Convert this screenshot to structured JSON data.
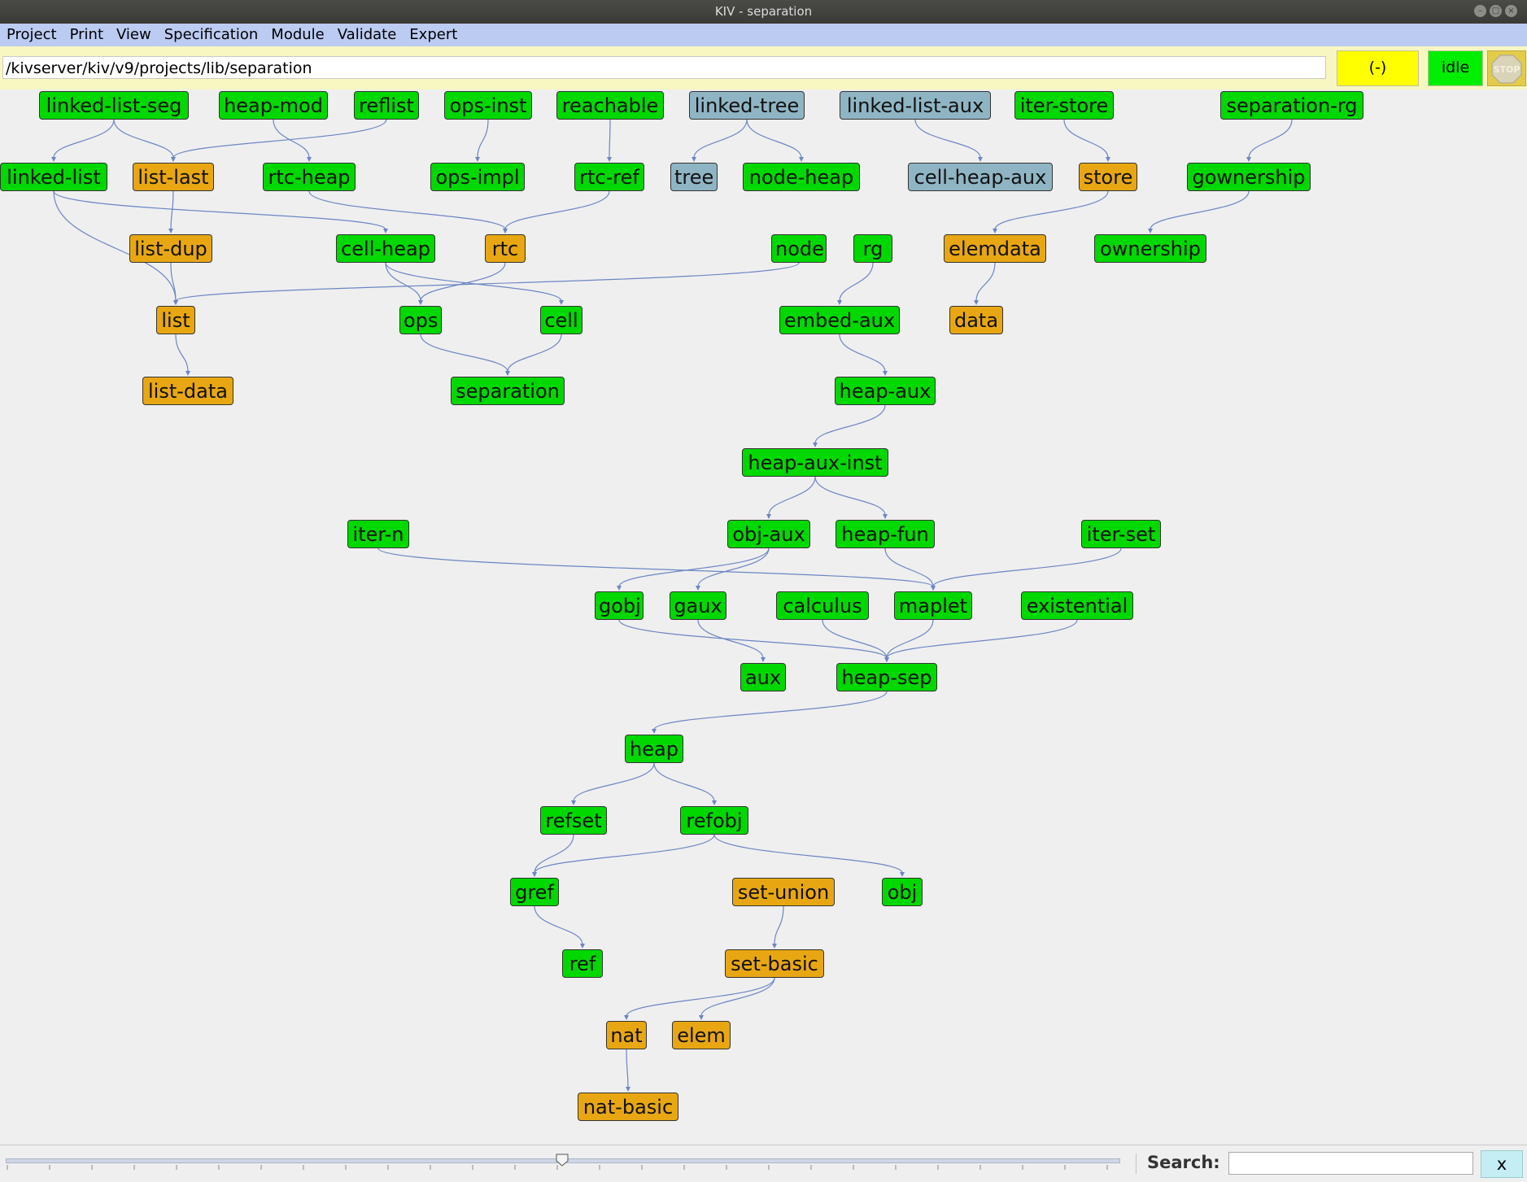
{
  "window": {
    "title": "KIV - separation"
  },
  "menu": [
    "Project",
    "Print",
    "View",
    "Specification",
    "Module",
    "Validate",
    "Expert"
  ],
  "path": {
    "value": "/kivserver/kiv/v9/projects/lib/separation"
  },
  "status": {
    "mode": "(-)",
    "state": "idle",
    "stop_label": "STOP"
  },
  "colors": {
    "green": "#00d800",
    "orange": "#e8a712",
    "blue": "#8fb5c4",
    "edge": "#6b86c4"
  },
  "search": {
    "label": "Search:",
    "value": "",
    "clear": "x"
  },
  "graph": {
    "nodes": [
      {
        "id": "linked-list-seg",
        "label": "linked-list-seg",
        "color": "green"
      },
      {
        "id": "heap-mod",
        "label": "heap-mod",
        "color": "green"
      },
      {
        "id": "reflist",
        "label": "reflist",
        "color": "green"
      },
      {
        "id": "ops-inst",
        "label": "ops-inst",
        "color": "green"
      },
      {
        "id": "reachable",
        "label": "reachable",
        "color": "green"
      },
      {
        "id": "linked-tree",
        "label": "linked-tree",
        "color": "blue"
      },
      {
        "id": "linked-list-aux",
        "label": "linked-list-aux",
        "color": "blue"
      },
      {
        "id": "iter-store",
        "label": "iter-store",
        "color": "green"
      },
      {
        "id": "separation-rg",
        "label": "separation-rg",
        "color": "green"
      },
      {
        "id": "linked-list",
        "label": "linked-list",
        "color": "green"
      },
      {
        "id": "list-last",
        "label": "list-last",
        "color": "orange"
      },
      {
        "id": "rtc-heap",
        "label": "rtc-heap",
        "color": "green"
      },
      {
        "id": "ops-impl",
        "label": "ops-impl",
        "color": "green"
      },
      {
        "id": "rtc-ref",
        "label": "rtc-ref",
        "color": "green"
      },
      {
        "id": "tree",
        "label": "tree",
        "color": "blue"
      },
      {
        "id": "node-heap",
        "label": "node-heap",
        "color": "green"
      },
      {
        "id": "cell-heap-aux",
        "label": "cell-heap-aux",
        "color": "blue"
      },
      {
        "id": "store",
        "label": "store",
        "color": "orange"
      },
      {
        "id": "gownership",
        "label": "gownership",
        "color": "green"
      },
      {
        "id": "list-dup",
        "label": "list-dup",
        "color": "orange"
      },
      {
        "id": "cell-heap",
        "label": "cell-heap",
        "color": "green"
      },
      {
        "id": "rtc",
        "label": "rtc",
        "color": "orange"
      },
      {
        "id": "node",
        "label": "node",
        "color": "green"
      },
      {
        "id": "rg",
        "label": "rg",
        "color": "green"
      },
      {
        "id": "elemdata",
        "label": "elemdata",
        "color": "orange"
      },
      {
        "id": "ownership",
        "label": "ownership",
        "color": "green"
      },
      {
        "id": "list",
        "label": "list",
        "color": "orange"
      },
      {
        "id": "ops",
        "label": "ops",
        "color": "green"
      },
      {
        "id": "cell",
        "label": "cell",
        "color": "green"
      },
      {
        "id": "embed-aux",
        "label": "embed-aux",
        "color": "green"
      },
      {
        "id": "data",
        "label": "data",
        "color": "orange"
      },
      {
        "id": "list-data",
        "label": "list-data",
        "color": "orange"
      },
      {
        "id": "separation",
        "label": "separation",
        "color": "green"
      },
      {
        "id": "heap-aux",
        "label": "heap-aux",
        "color": "green"
      },
      {
        "id": "heap-aux-inst",
        "label": "heap-aux-inst",
        "color": "green"
      },
      {
        "id": "iter-n",
        "label": "iter-n",
        "color": "green"
      },
      {
        "id": "obj-aux",
        "label": "obj-aux",
        "color": "green"
      },
      {
        "id": "heap-fun",
        "label": "heap-fun",
        "color": "green"
      },
      {
        "id": "iter-set",
        "label": "iter-set",
        "color": "green"
      },
      {
        "id": "gobj",
        "label": "gobj",
        "color": "green"
      },
      {
        "id": "gaux",
        "label": "gaux",
        "color": "green"
      },
      {
        "id": "calculus",
        "label": "calculus",
        "color": "green"
      },
      {
        "id": "maplet",
        "label": "maplet",
        "color": "green"
      },
      {
        "id": "existential",
        "label": "existential",
        "color": "green"
      },
      {
        "id": "aux",
        "label": "aux",
        "color": "green"
      },
      {
        "id": "heap-sep",
        "label": "heap-sep",
        "color": "green"
      },
      {
        "id": "heap",
        "label": "heap",
        "color": "green"
      },
      {
        "id": "refset",
        "label": "refset",
        "color": "green"
      },
      {
        "id": "refobj",
        "label": "refobj",
        "color": "green"
      },
      {
        "id": "gref",
        "label": "gref",
        "color": "green"
      },
      {
        "id": "set-union",
        "label": "set-union",
        "color": "orange"
      },
      {
        "id": "obj",
        "label": "obj",
        "color": "green"
      },
      {
        "id": "ref",
        "label": "ref",
        "color": "green"
      },
      {
        "id": "set-basic",
        "label": "set-basic",
        "color": "orange"
      },
      {
        "id": "nat",
        "label": "nat",
        "color": "orange"
      },
      {
        "id": "elem",
        "label": "elem",
        "color": "orange"
      },
      {
        "id": "nat-basic",
        "label": "nat-basic",
        "color": "orange"
      }
    ],
    "edges": [
      [
        "linked-list-seg",
        "linked-list"
      ],
      [
        "linked-list-seg",
        "list-last"
      ],
      [
        "heap-mod",
        "rtc-heap"
      ],
      [
        "reflist",
        "list-last"
      ],
      [
        "ops-inst",
        "ops-impl"
      ],
      [
        "reachable",
        "rtc-ref"
      ],
      [
        "linked-tree",
        "tree"
      ],
      [
        "linked-tree",
        "node-heap"
      ],
      [
        "linked-list-aux",
        "cell-heap-aux"
      ],
      [
        "iter-store",
        "store"
      ],
      [
        "separation-rg",
        "gownership"
      ],
      [
        "list-last",
        "list-dup"
      ],
      [
        "linked-list",
        "list"
      ],
      [
        "linked-list",
        "cell-heap"
      ],
      [
        "rtc-heap",
        "rtc"
      ],
      [
        "rtc-ref",
        "rtc"
      ],
      [
        "gownership",
        "ownership"
      ],
      [
        "store",
        "elemdata"
      ],
      [
        "elemdata",
        "data"
      ],
      [
        "list-dup",
        "list"
      ],
      [
        "node",
        "list"
      ],
      [
        "cell-heap",
        "ops"
      ],
      [
        "cell-heap",
        "cell"
      ],
      [
        "rtc",
        "ops"
      ],
      [
        "rg",
        "embed-aux"
      ],
      [
        "list",
        "list-data"
      ],
      [
        "ops",
        "separation"
      ],
      [
        "cell",
        "separation"
      ],
      [
        "embed-aux",
        "heap-aux"
      ],
      [
        "heap-aux",
        "heap-aux-inst"
      ],
      [
        "heap-aux-inst",
        "obj-aux"
      ],
      [
        "heap-aux-inst",
        "heap-fun"
      ],
      [
        "iter-n",
        "maplet"
      ],
      [
        "iter-set",
        "maplet"
      ],
      [
        "heap-fun",
        "maplet"
      ],
      [
        "obj-aux",
        "gobj"
      ],
      [
        "obj-aux",
        "gaux"
      ],
      [
        "gaux",
        "aux"
      ],
      [
        "gobj",
        "heap-sep"
      ],
      [
        "calculus",
        "heap-sep"
      ],
      [
        "maplet",
        "heap-sep"
      ],
      [
        "existential",
        "heap-sep"
      ],
      [
        "heap-sep",
        "heap"
      ],
      [
        "heap",
        "refset"
      ],
      [
        "heap",
        "refobj"
      ],
      [
        "refset",
        "gref"
      ],
      [
        "refobj",
        "gref"
      ],
      [
        "refobj",
        "obj"
      ],
      [
        "gref",
        "ref"
      ],
      [
        "set-union",
        "set-basic"
      ],
      [
        "set-basic",
        "nat"
      ],
      [
        "set-basic",
        "elem"
      ],
      [
        "nat",
        "nat-basic"
      ]
    ]
  }
}
